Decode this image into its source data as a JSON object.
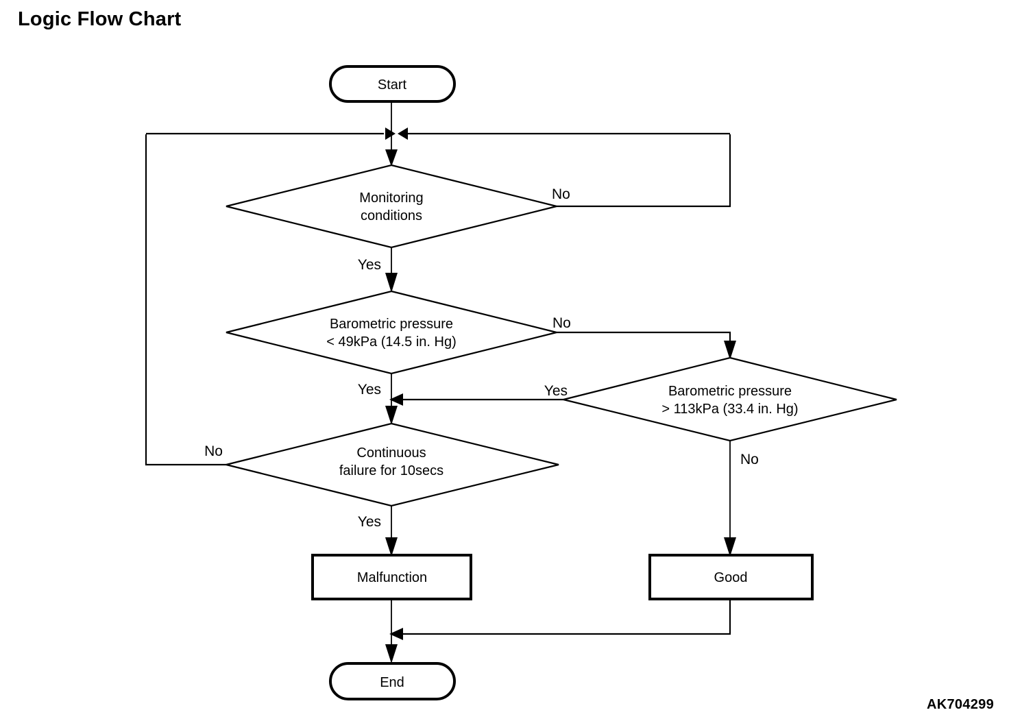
{
  "page": {
    "title": "Logic Flow Chart",
    "reference_code": "AK704299",
    "background_color": "#ffffff",
    "line_color": "#000000"
  },
  "chart_data": {
    "type": "diagram",
    "diagram_kind": "flowchart",
    "title": "Logic Flow Chart",
    "nodes": [
      {
        "id": "start",
        "shape": "terminator",
        "text": "Start"
      },
      {
        "id": "monitoring",
        "shape": "decision",
        "text": "Monitoring conditions",
        "line1": "Monitoring",
        "line2": "conditions"
      },
      {
        "id": "baro_low",
        "shape": "decision",
        "text": "Barometric pressure < 49kPa (14.5 in. Hg)",
        "line1": "Barometric pressure",
        "line2": "< 49kPa (14.5 in. Hg)"
      },
      {
        "id": "baro_high",
        "shape": "decision",
        "text": "Barometric pressure > 113kPa (33.4 in. Hg)",
        "line1": "Barometric pressure",
        "line2": "> 113kPa (33.4 in. Hg)"
      },
      {
        "id": "continuous",
        "shape": "decision",
        "text": "Continuous failure for 10secs",
        "line1": "Continuous",
        "line2": "failure for 10secs"
      },
      {
        "id": "malfunction",
        "shape": "process",
        "text": "Malfunction"
      },
      {
        "id": "good",
        "shape": "process",
        "text": "Good"
      },
      {
        "id": "end",
        "shape": "terminator",
        "text": "End"
      }
    ],
    "edges": [
      {
        "from": "start",
        "to": "monitoring",
        "label": ""
      },
      {
        "from": "monitoring",
        "to": "start",
        "label": "No"
      },
      {
        "from": "monitoring",
        "to": "baro_low",
        "label": "Yes"
      },
      {
        "from": "baro_low",
        "to": "baro_high",
        "label": "No"
      },
      {
        "from": "baro_low",
        "to": "continuous",
        "label": "Yes"
      },
      {
        "from": "baro_high",
        "to": "continuous",
        "label": "Yes"
      },
      {
        "from": "baro_high",
        "to": "good",
        "label": "No"
      },
      {
        "from": "continuous",
        "to": "start",
        "label": "No"
      },
      {
        "from": "continuous",
        "to": "malfunction",
        "label": "Yes"
      },
      {
        "from": "malfunction",
        "to": "end",
        "label": ""
      },
      {
        "from": "good",
        "to": "end",
        "label": ""
      }
    ],
    "edge_labels": {
      "monitoring_no": "No",
      "monitoring_yes": "Yes",
      "baro_low_no": "No",
      "baro_low_yes": "Yes",
      "baro_high_yes": "Yes",
      "baro_high_no": "No",
      "continuous_no": "No",
      "continuous_yes": "Yes"
    }
  }
}
